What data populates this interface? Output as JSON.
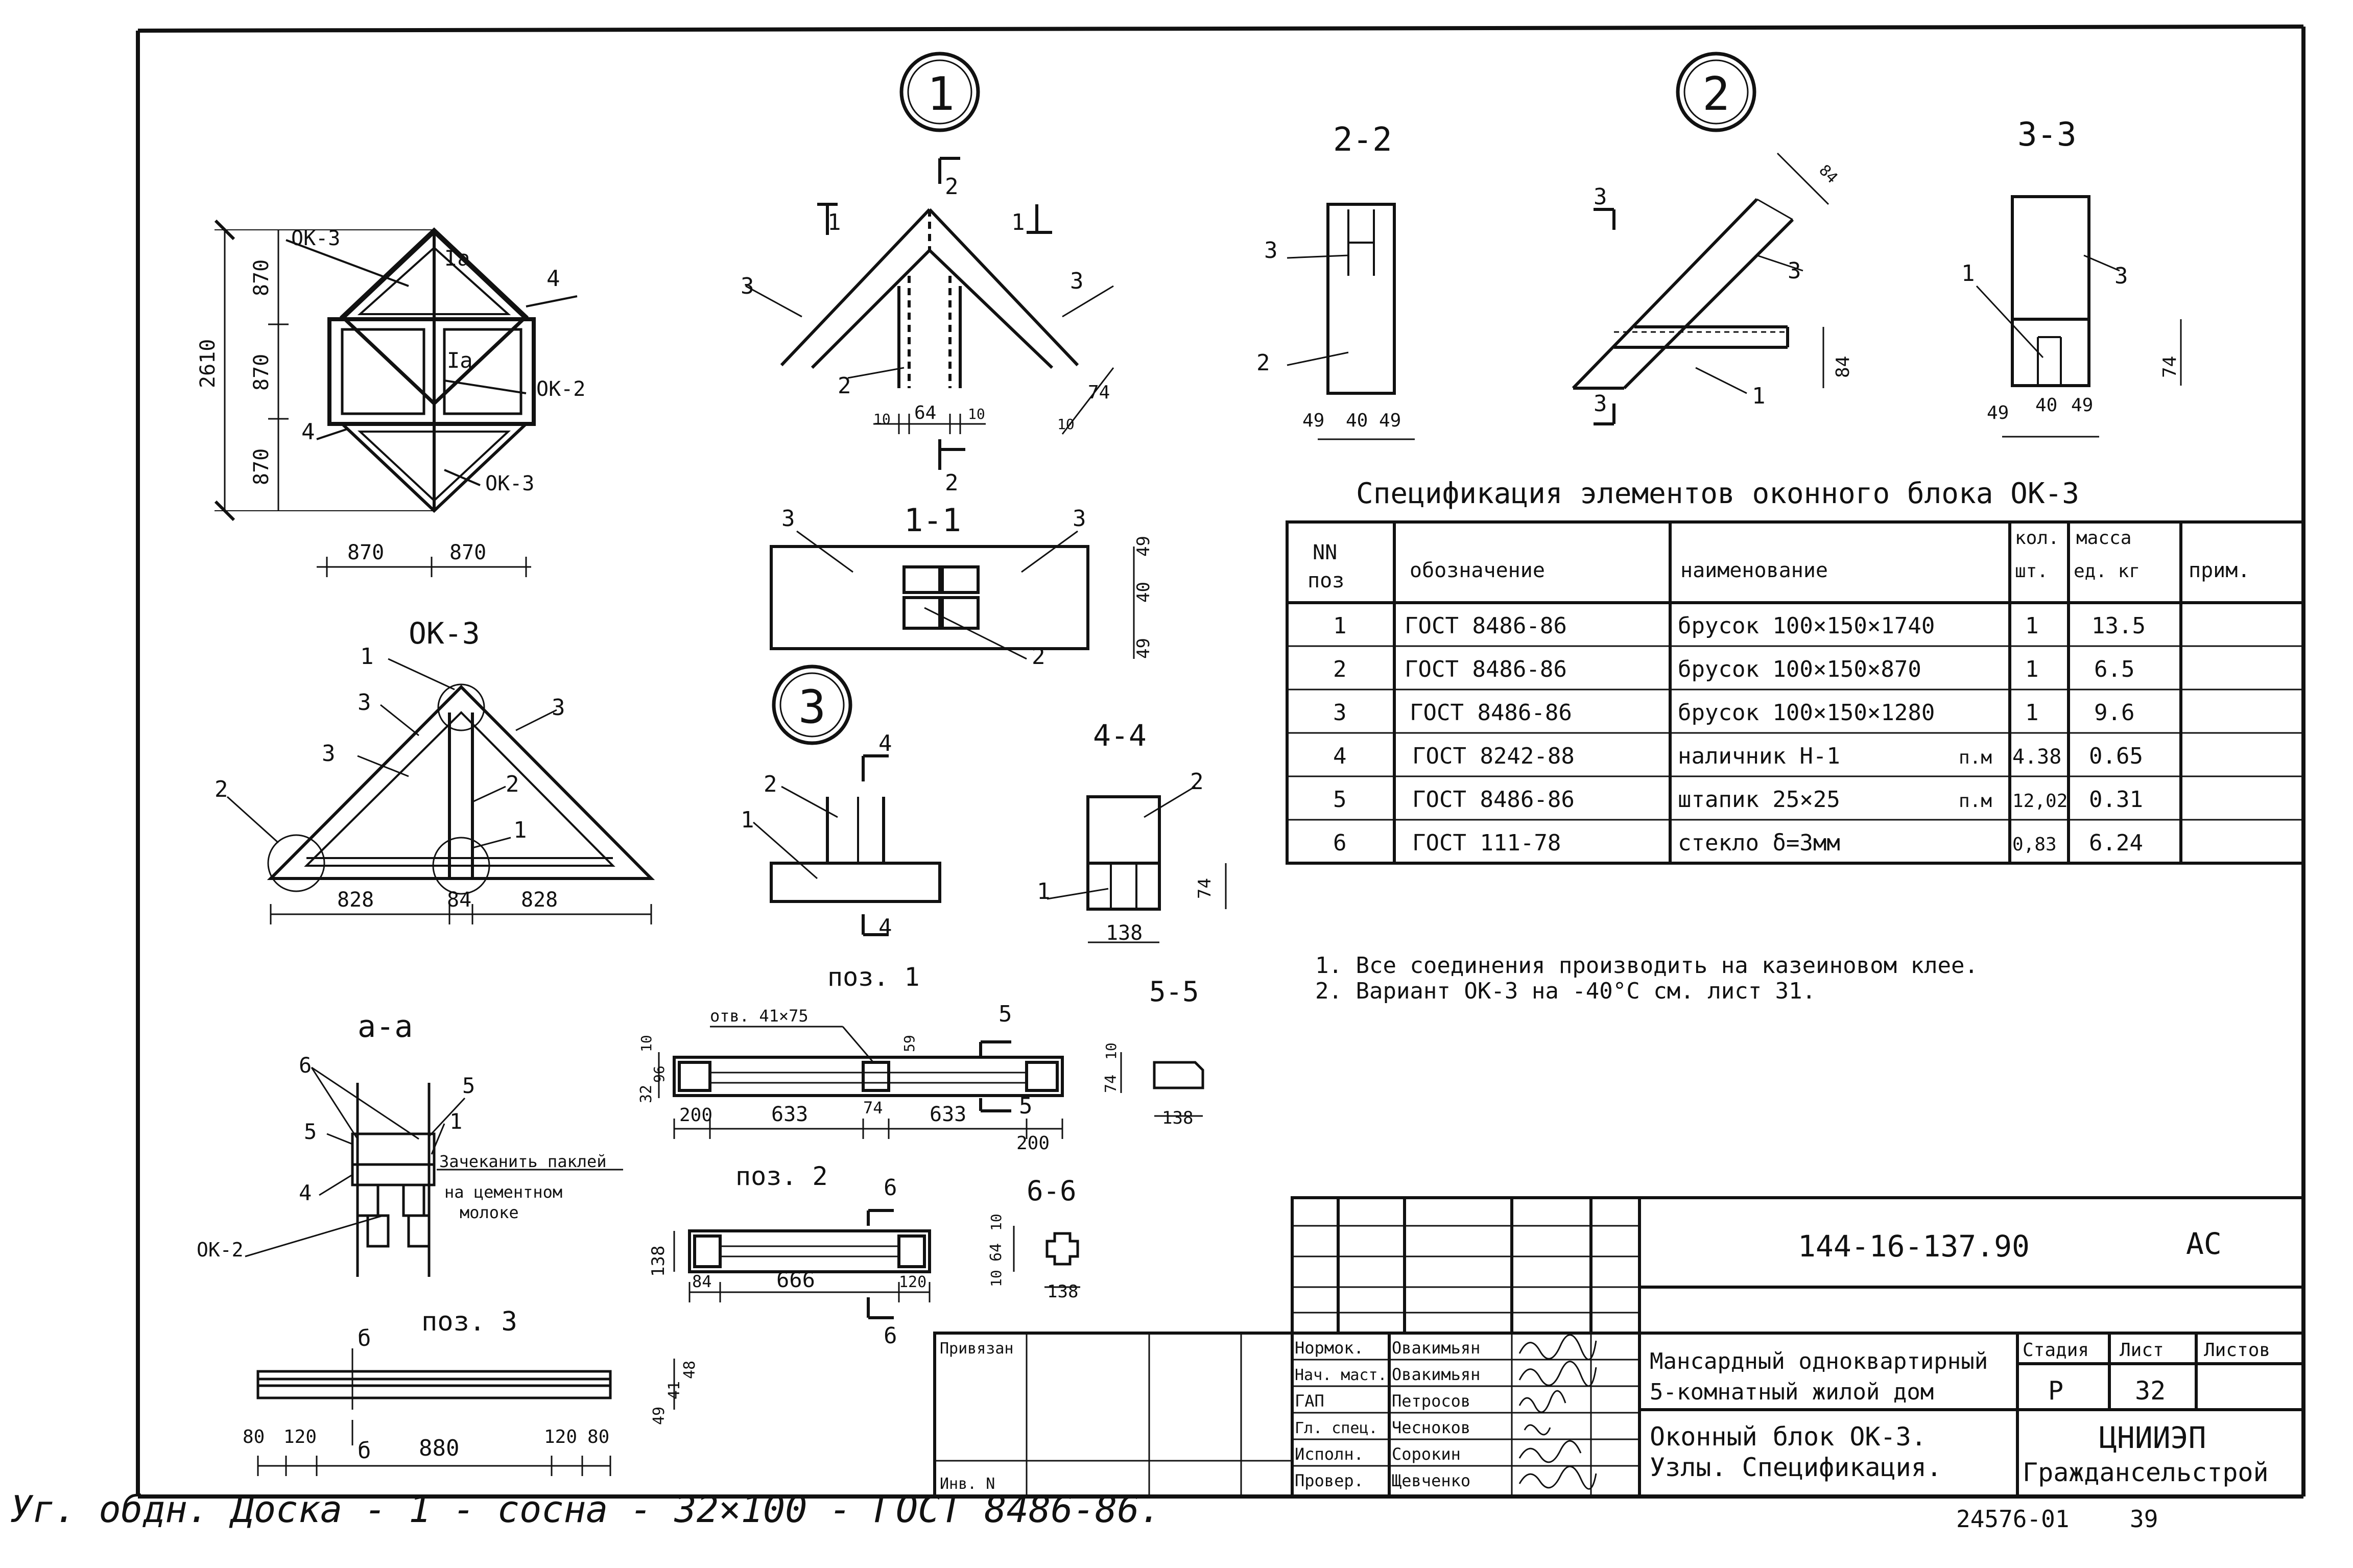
{
  "sheet_refs": {
    "c1": "1",
    "c2": "2",
    "c3": "3"
  },
  "views": {
    "v22": "2-2",
    "v33": "3-3",
    "v11": "1-1",
    "v44": "4-4",
    "v55": "5-5",
    "v66": "6-6",
    "aa": "а-а",
    "ok3": "ОК-3",
    "poz1": "поз. 1",
    "poz2": "поз. 2",
    "poz3": "поз. 3"
  },
  "elevation": {
    "ok3_top": "ОК-3",
    "ok2": "ОК-2",
    "ok3_bottom": "ОК-3",
    "pos4a": "4",
    "pos4b": "4",
    "pane_a1": "Iа",
    "pane_a2": "Iа",
    "dim_total": "2610",
    "dim_h1": "870",
    "dim_h2": "870",
    "dim_h3": "870",
    "dim_w1": "870",
    "dim_w2": "870"
  },
  "ok3_view": {
    "l1": "1",
    "l2": "2",
    "l3a": "3",
    "l3b": "3",
    "l3c": "3",
    "l2b": "2",
    "l1b": "1",
    "d828a": "828",
    "d84": "84",
    "d828b": "828"
  },
  "node1": {
    "cut1a": "1",
    "cut1b": "1",
    "cut2a": "2",
    "cut2b": "2",
    "l3a": "3",
    "l3b": "3",
    "l2": "2",
    "d10a": "10",
    "d64": "64",
    "d10b": "10",
    "d10c": "10",
    "d74": "74"
  },
  "sec22": {
    "l3": "3",
    "l2": "2",
    "d49a": "49",
    "d40": "40",
    "d49b": "49"
  },
  "node2": {
    "cut3a": "3",
    "cut3b": "3",
    "l3": "3",
    "l1": "1",
    "d84a": "84",
    "d84b": "84"
  },
  "sec33": {
    "l1": "1",
    "l3": "3",
    "d74": "74",
    "d49a": "49",
    "d40": "40",
    "d49b": "49"
  },
  "sec11": {
    "l3a": "3",
    "l3b": "3",
    "l2": "2",
    "d49a": "49",
    "d40": "40",
    "d49b": "49"
  },
  "node3": {
    "cut4a": "4",
    "cut4b": "4",
    "l2": "2",
    "l1": "1"
  },
  "sec44": {
    "l2": "2",
    "l1": "1",
    "d74": "74",
    "d138": "138"
  },
  "poz1_view": {
    "hole": "отв. 41×75",
    "cut5a": "5",
    "cut5b": "5",
    "d10": "10",
    "d32": "32",
    "d96": "96",
    "d59": "59",
    "d200a": "200",
    "d633a": "633",
    "d74": "74",
    "d633b": "633",
    "d200b": "200"
  },
  "sec55": {
    "d74": "74",
    "d10": "10",
    "d138": "138"
  },
  "poz2_view": {
    "cut6a": "6",
    "cut6b": "6",
    "d138": "138",
    "d84": "84",
    "d666": "666",
    "d120": "120"
  },
  "sec66": {
    "d10a": "10",
    "d64": "64",
    "d10b": "10",
    "d138": "138"
  },
  "poz3_view": {
    "cut_b1": "б",
    "cut_b2": "б",
    "d80a": "80",
    "d120a": "120",
    "d880": "880",
    "d120b": "120",
    "d80b": "80",
    "d49": "49",
    "d41": "41",
    "d48": "48"
  },
  "aa_view": {
    "p6": "6",
    "p5a": "5",
    "p5b": "5",
    "p1": "1",
    "p4": "4",
    "ok2": "ОК-2",
    "note1": "Зачеканить паклей",
    "note2": "на цементном",
    "note3": "молоке"
  },
  "spec": {
    "title": "Спецификация элементов оконного блока ОК-3",
    "headers": {
      "pos_l1": "NN",
      "pos_l2": "поз",
      "designation": "обозначение",
      "name": "наименование",
      "qty_l1": "кол.",
      "qty_l2": "шт.",
      "mass_l1": "масса",
      "mass_l2": "ед. кг",
      "note": "прим."
    },
    "rows": [
      {
        "pos": "1",
        "doc": "ГОСТ 8486-86",
        "name": "брусок 100×150×1740",
        "unit": "",
        "qty": "1",
        "mass": "13.5",
        "note": ""
      },
      {
        "pos": "2",
        "doc": "ГОСТ 8486-86",
        "name": "брусок 100×150×870",
        "unit": "",
        "qty": "1",
        "mass": "6.5",
        "note": ""
      },
      {
        "pos": "3",
        "doc": "ГОСТ 8486-86",
        "name": "брусок 100×150×1280",
        "unit": "",
        "qty": "1",
        "mass": "9.6",
        "note": ""
      },
      {
        "pos": "4",
        "doc": "ГОСТ 8242-88",
        "name": "наличник Н-1",
        "unit": "п.м",
        "qty": "4.38",
        "mass": "0.65",
        "note": ""
      },
      {
        "pos": "5",
        "doc": "ГОСТ 8486-86",
        "name": "штапик 25×25",
        "unit": "п.м",
        "qty": "12,02",
        "mass": "0.31",
        "note": ""
      },
      {
        "pos": "6",
        "doc": "ГОСТ 111-78",
        "name": "стекло δ=3мм",
        "unit": "",
        "qty": "0,83",
        "mass": "6.24",
        "note": ""
      }
    ]
  },
  "notes": {
    "n1": "1. Все соединения производить на казеиновом клее.",
    "n2": "2. Вариант ОК-3 на -40°С см. лист 31."
  },
  "title_block": {
    "code": "144-16-137.90",
    "mark": "АС",
    "privyazan": "Привязан",
    "inv": "Инв. N",
    "roles": [
      {
        "role": "Нормок.",
        "name": "Овакимьян"
      },
      {
        "role": "Нач. маст.",
        "name": "Овакимьян"
      },
      {
        "role": "ГАП",
        "name": "Петросов"
      },
      {
        "role": "Гл. спец.",
        "name": "Чесноков"
      },
      {
        "role": "Исполн.",
        "name": "Сорокин"
      },
      {
        "role": "Провер.",
        "name": "Щевченко"
      }
    ],
    "project_l1": "Мансардный одноквартирный",
    "project_l2": "5-комнатный жилой дом",
    "drawing_l1": "Оконный блок ОК-3.",
    "drawing_l2": "Узлы. Спецификация.",
    "stage_label": "Стадия",
    "sheet_label": "Лист",
    "sheets_label": "Листов",
    "stage": "Р",
    "sheet": "32",
    "sheets": "",
    "org_l1": "ЦНИИЭП",
    "org_l2": "Граждансельстрой"
  },
  "handwritten_note": "Уг. обдн. Доска - 1 - сосна - 32×100 - ГОСТ 8486-86.",
  "footer": {
    "archive": "24576-01",
    "page": "39"
  }
}
